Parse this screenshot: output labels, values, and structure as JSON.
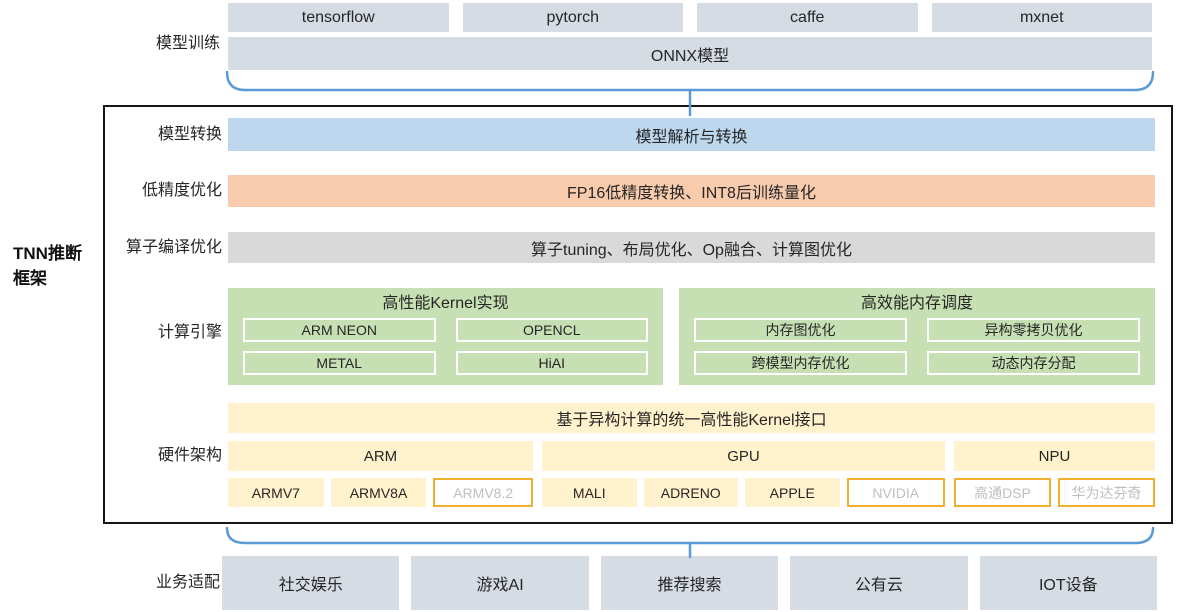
{
  "palette": {
    "box_fill_gray_blue": "#d6dce4",
    "bar_blue": "#bdd7ee",
    "bar_orange": "#f8cbad",
    "bar_gray": "#d9d9d9",
    "group_green": "#c6e0b4",
    "bar_yellow": "#fff2cc",
    "chip_outline_gold": "#eeb02d",
    "disabled_text_gray": "#bfbfbf",
    "brace_blue": "#5b9bd5",
    "frame_border": "#151515"
  },
  "training": {
    "label": "模型训练",
    "frameworks": [
      "tensorflow",
      "pytorch",
      "caffe",
      "mxnet"
    ],
    "onnx_bar": "ONNX模型"
  },
  "framework_title": "TNN推断\n框架",
  "conversion": {
    "label": "模型转换",
    "bar": "模型解析与转换"
  },
  "precision": {
    "label": "低精度优化",
    "bar": "FP16低精度转换、INT8后训练量化"
  },
  "operator": {
    "label": "算子编译优化",
    "bar": "算子tuning、布局优化、Op融合、计算图优化"
  },
  "engine": {
    "label": "计算引擎",
    "kernel_group": {
      "title": "高性能Kernel实现",
      "items": [
        "ARM NEON",
        "OPENCL",
        "METAL",
        "HiAI"
      ]
    },
    "memory_group": {
      "title": "高效能内存调度",
      "items": [
        "内存图优化",
        "异构零拷贝优化",
        "跨模型内存优化",
        "动态内存分配"
      ]
    }
  },
  "hardware": {
    "label": "硬件架构",
    "interface_bar": "基于异构计算的统一高性能Kernel接口",
    "groups": [
      {
        "name": "ARM",
        "chips": [
          {
            "label": "ARMV7",
            "state": "filled"
          },
          {
            "label": "ARMV8A",
            "state": "filled"
          },
          {
            "label": "ARMV8.2",
            "state": "outlined"
          }
        ]
      },
      {
        "name": "GPU",
        "chips": [
          {
            "label": "MALI",
            "state": "filled"
          },
          {
            "label": "ADRENO",
            "state": "filled"
          },
          {
            "label": "APPLE",
            "state": "filled"
          },
          {
            "label": "NVIDIA",
            "state": "outlined"
          }
        ]
      },
      {
        "name": "NPU",
        "chips": [
          {
            "label": "高通DSP",
            "state": "outlined"
          },
          {
            "label": "华为达芬奇",
            "state": "outlined"
          }
        ]
      }
    ]
  },
  "business": {
    "label": "业务适配",
    "items": [
      "社交娱乐",
      "游戏AI",
      "推荐搜索",
      "公有云",
      "IOT设备"
    ]
  }
}
